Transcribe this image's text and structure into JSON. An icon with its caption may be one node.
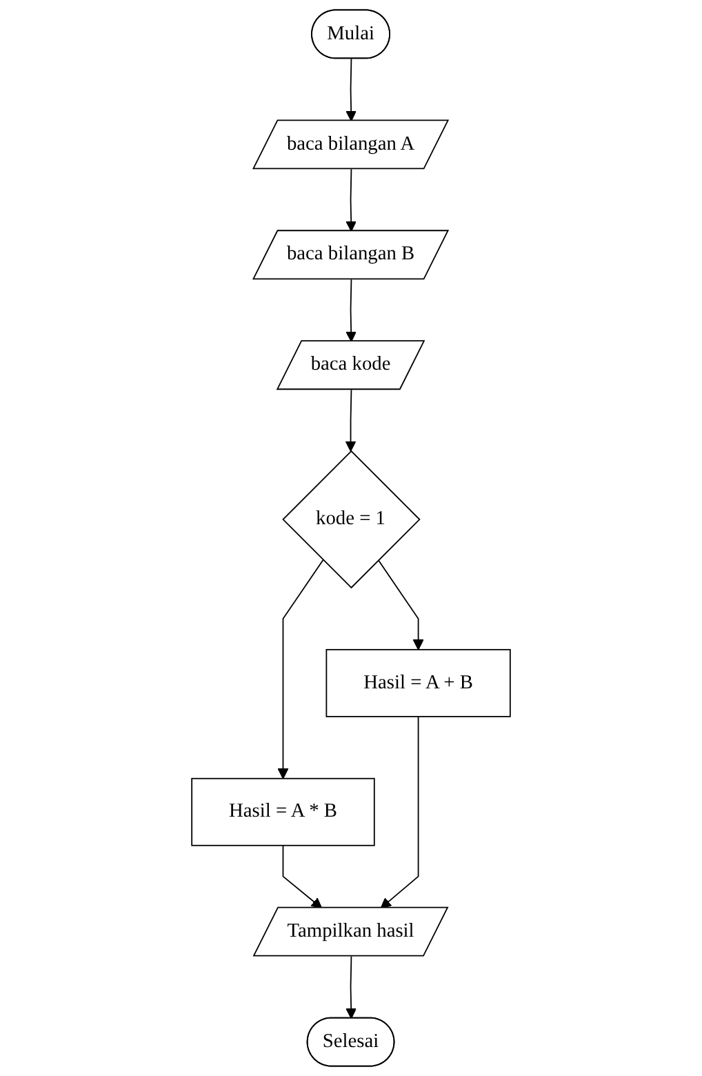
{
  "diagram": {
    "nodes": [
      {
        "text": [
          "Mulai"
        ]
      },
      {
        "text": [
          "baca bilangan A"
        ]
      },
      {
        "text": [
          "baca bilangan B"
        ]
      },
      {
        "text": [
          "baca kode"
        ]
      },
      {
        "text": [
          "kode = 1"
        ]
      },
      {
        "text": [
          "Hasil = A + B"
        ]
      },
      {
        "text": [
          "Hasil = A * B"
        ]
      },
      {
        "text": [
          "Tampilkan hasil"
        ]
      },
      {
        "text": [
          "Selesai"
        ]
      }
    ],
    "edges": [
      {
        "from": 0,
        "to": 1,
        "arrow": "to"
      },
      {
        "from": 1,
        "to": 2,
        "arrow": "to"
      },
      {
        "from": 2,
        "to": 3,
        "arrow": "to"
      },
      {
        "from": 3,
        "to": 4,
        "arrow": "to"
      },
      {
        "from": 4,
        "to": 5,
        "arrow": "to"
      },
      {
        "from": 4,
        "to": 6,
        "arrow": "to"
      },
      {
        "from": 6,
        "to": 7,
        "arrow": "to"
      },
      {
        "from": 5,
        "to": 7,
        "arrow": "to"
      },
      {
        "from": 7,
        "to": 8,
        "arrow": "to"
      }
    ]
  }
}
